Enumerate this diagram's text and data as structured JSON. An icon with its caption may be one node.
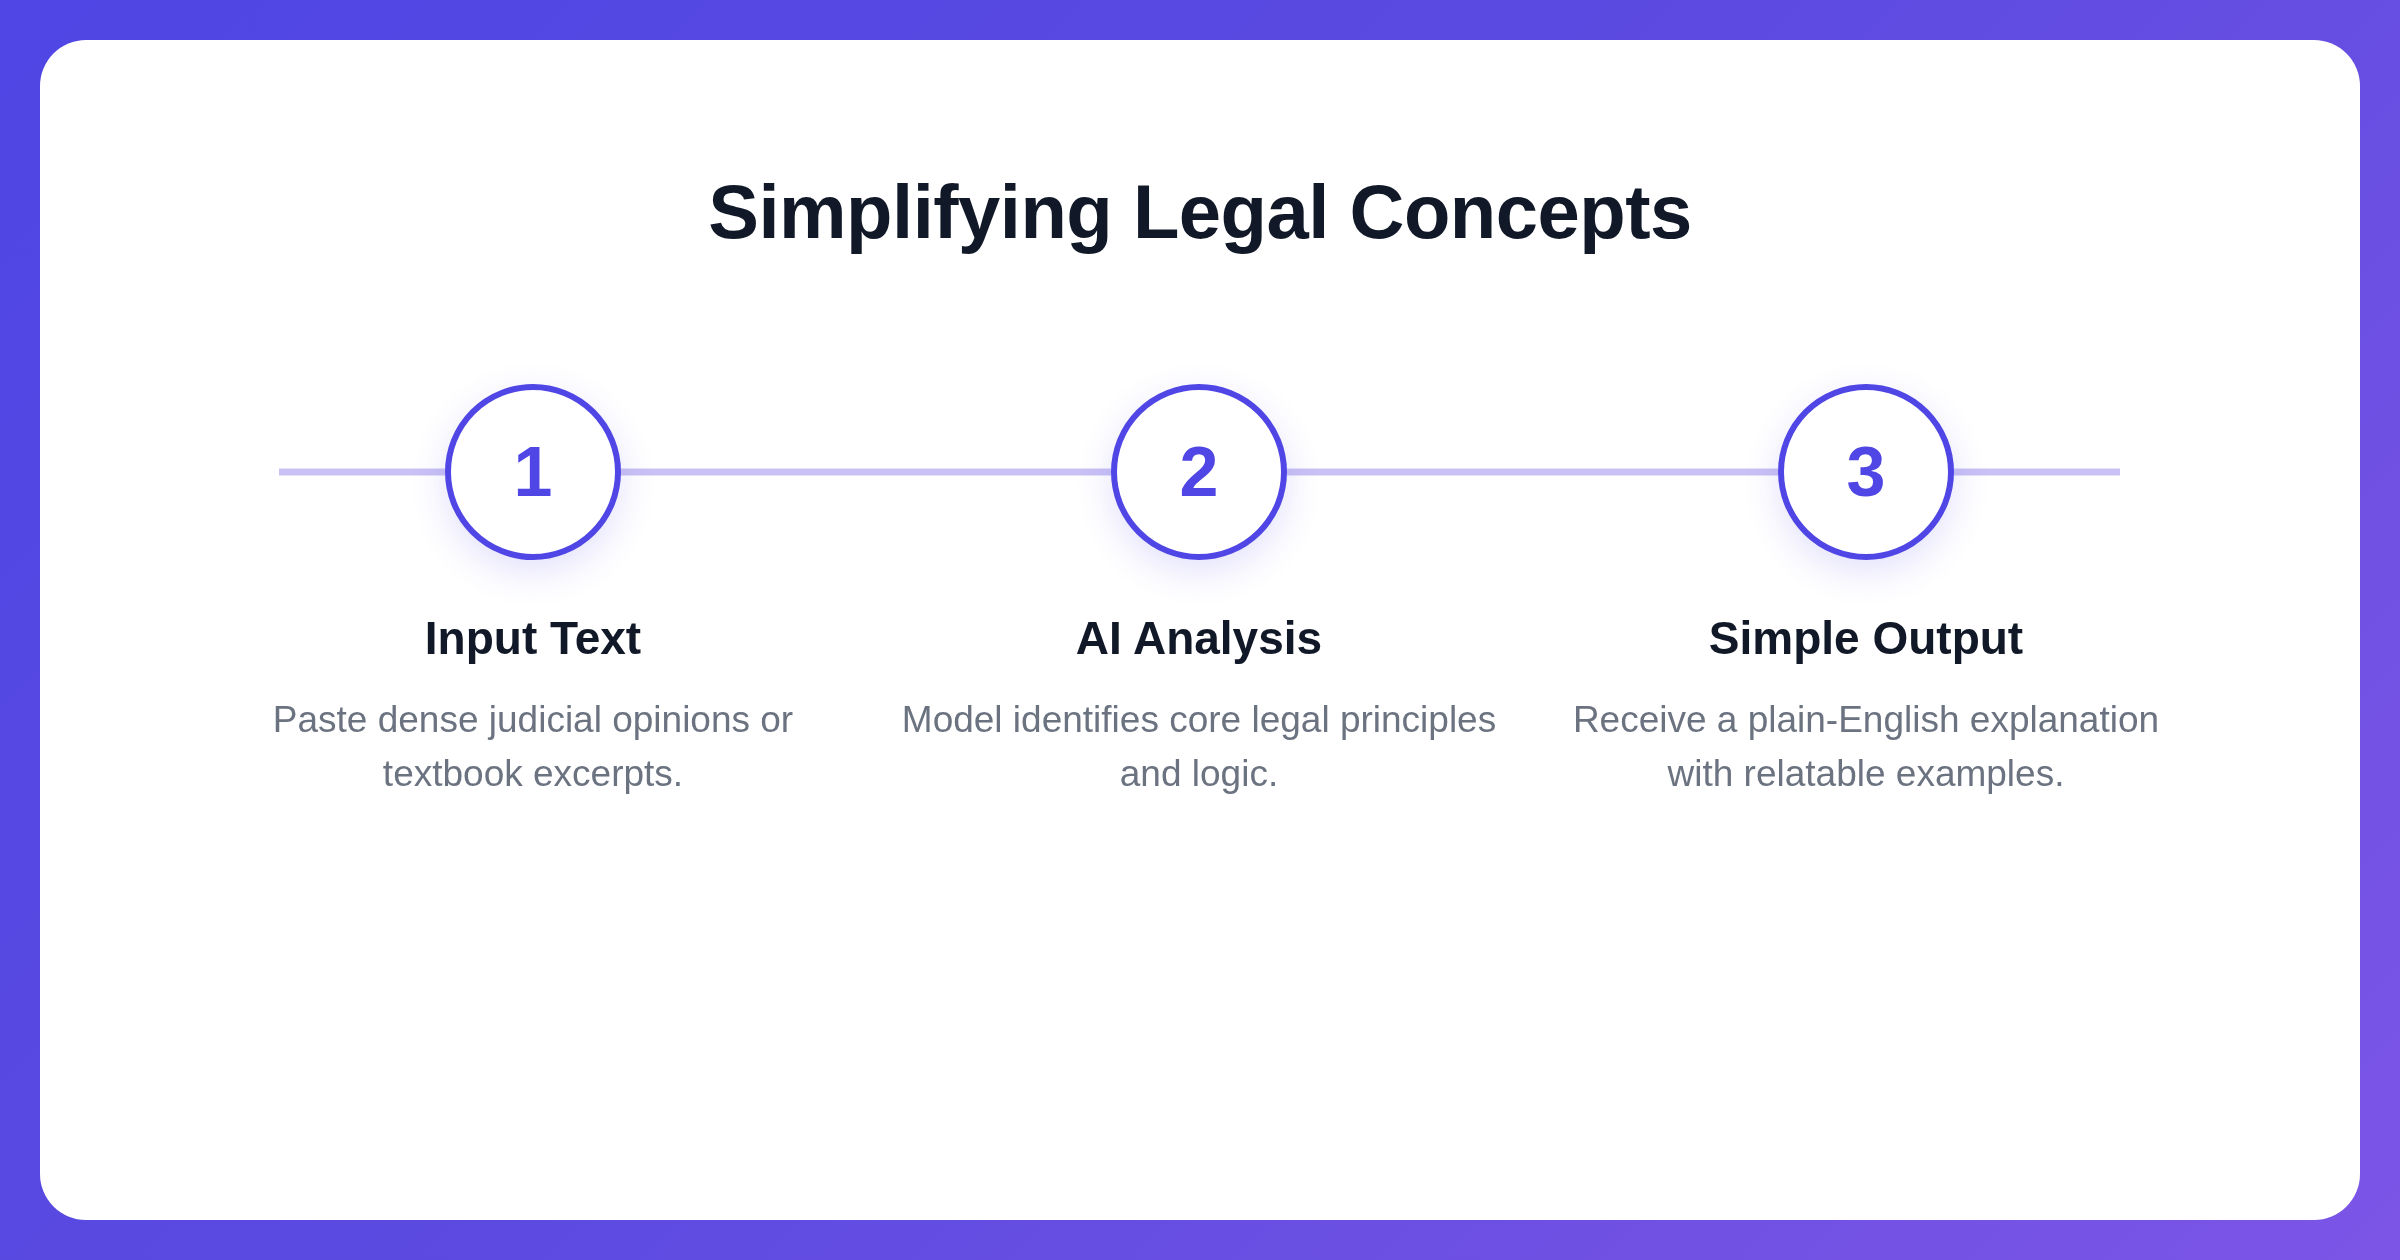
{
  "diagram": {
    "title": "Simplifying Legal Concepts",
    "nodes": [
      {
        "text": [
          "1"
        ],
        "beside": [
          "Input Text",
          "Paste dense judicial opinions or textbook excerpts."
        ]
      },
      {
        "text": [
          "2"
        ],
        "beside": [
          "AI Analysis",
          "Model identifies core legal principles and logic."
        ]
      },
      {
        "text": [
          "3"
        ],
        "beside": [
          "Simple Output",
          "Receive a plain-English explanation with relatable examples."
        ]
      }
    ],
    "edges": [
      {
        "from": null,
        "to": 0,
        "arrow": "none"
      },
      {
        "from": 0,
        "to": 1,
        "arrow": "none"
      },
      {
        "from": 1,
        "to": 2,
        "arrow": "none"
      },
      {
        "from": 2,
        "to": null,
        "arrow": "none"
      }
    ]
  }
}
